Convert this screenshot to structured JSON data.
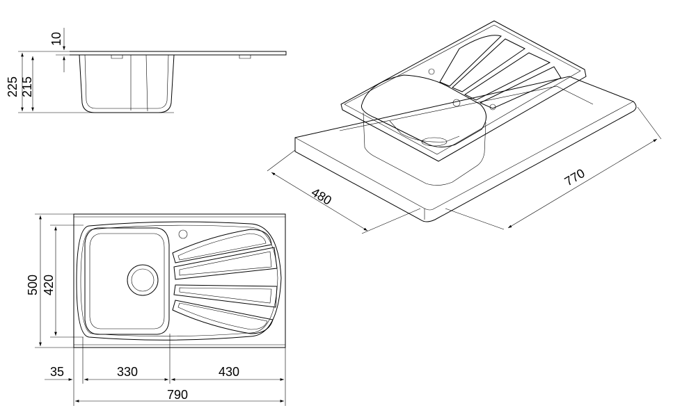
{
  "colors": {
    "line": "#000000",
    "background": "#ffffff"
  },
  "side_view": {
    "dim_top": "10",
    "dim_outer": "225",
    "dim_inner": "215"
  },
  "top_view": {
    "dim_height_outer": "500",
    "dim_height_inner": "420",
    "dim_offset": "35",
    "dim_bowl": "330",
    "dim_drainer": "430",
    "dim_total": "790"
  },
  "iso_view": {
    "dim_depth": "480",
    "dim_width": "770"
  }
}
